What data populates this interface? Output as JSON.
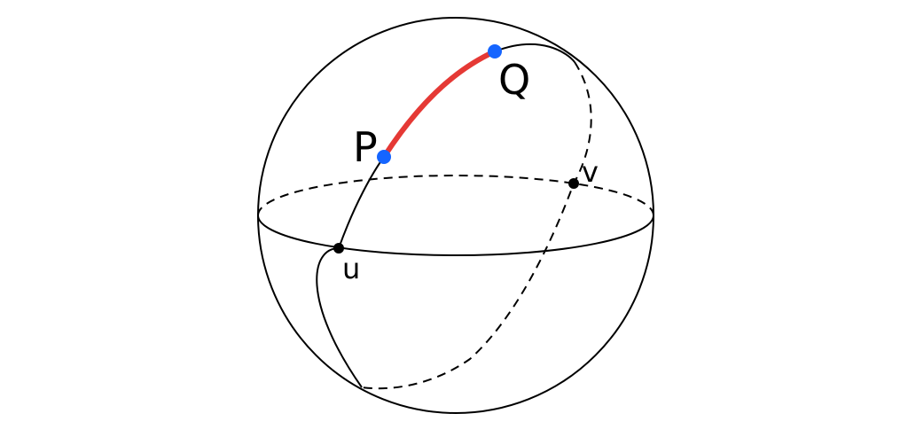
{
  "diagram": {
    "labels": {
      "p": "P",
      "q": "Q",
      "u": "u",
      "v": "v"
    },
    "colors": {
      "sphere_stroke": "#000000",
      "arc_highlight": "#e53935",
      "point_pq": "#1565ff",
      "point_uv": "#000000",
      "background": "#ffffff"
    }
  }
}
